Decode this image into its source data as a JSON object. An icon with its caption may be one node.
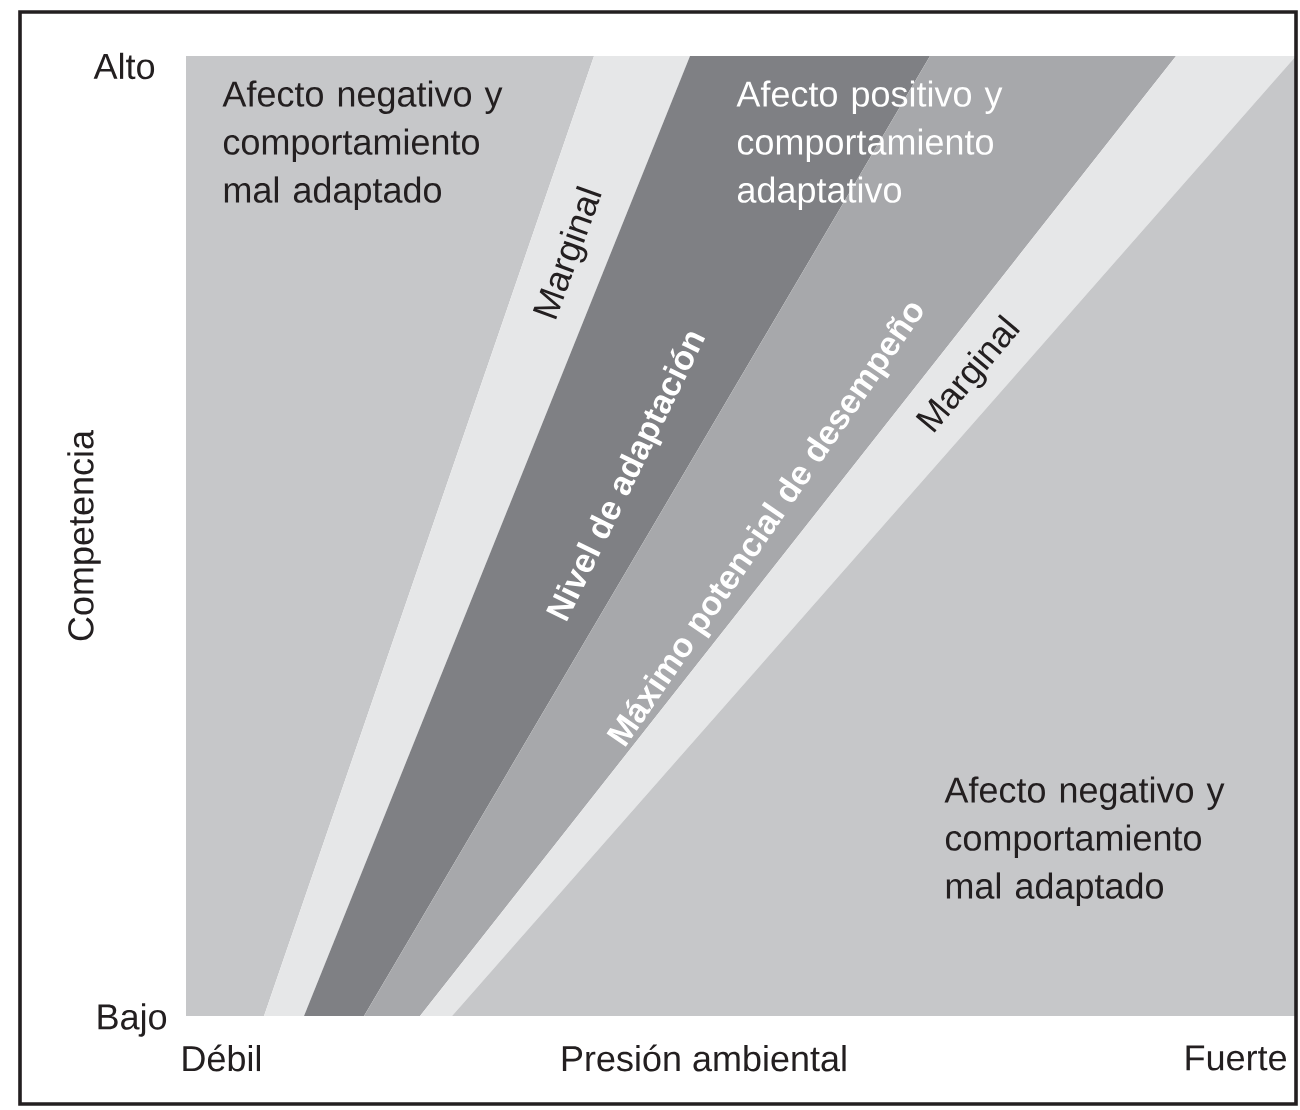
{
  "diagram": {
    "nodes": [
      {
        "text": [
          "Afecto negativo y comportamiento mal adaptado"
        ]
      },
      {
        "text": [
          "Marginal"
        ]
      },
      {
        "text": [
          "Nivel de adaptación"
        ]
      },
      {
        "text": [
          "Máximo potencial de desempeño"
        ]
      },
      {
        "text": [
          "Marginal"
        ]
      },
      {
        "text": [
          "Afecto negativo y comportamiento mal adaptado"
        ]
      }
    ],
    "labels": [
      "Alto",
      "Afecto positivo y comportamiento adaptativo",
      "Competencia",
      "Bajo",
      "Débil",
      "Presión ambiental",
      "Fuerte"
    ]
  }
}
